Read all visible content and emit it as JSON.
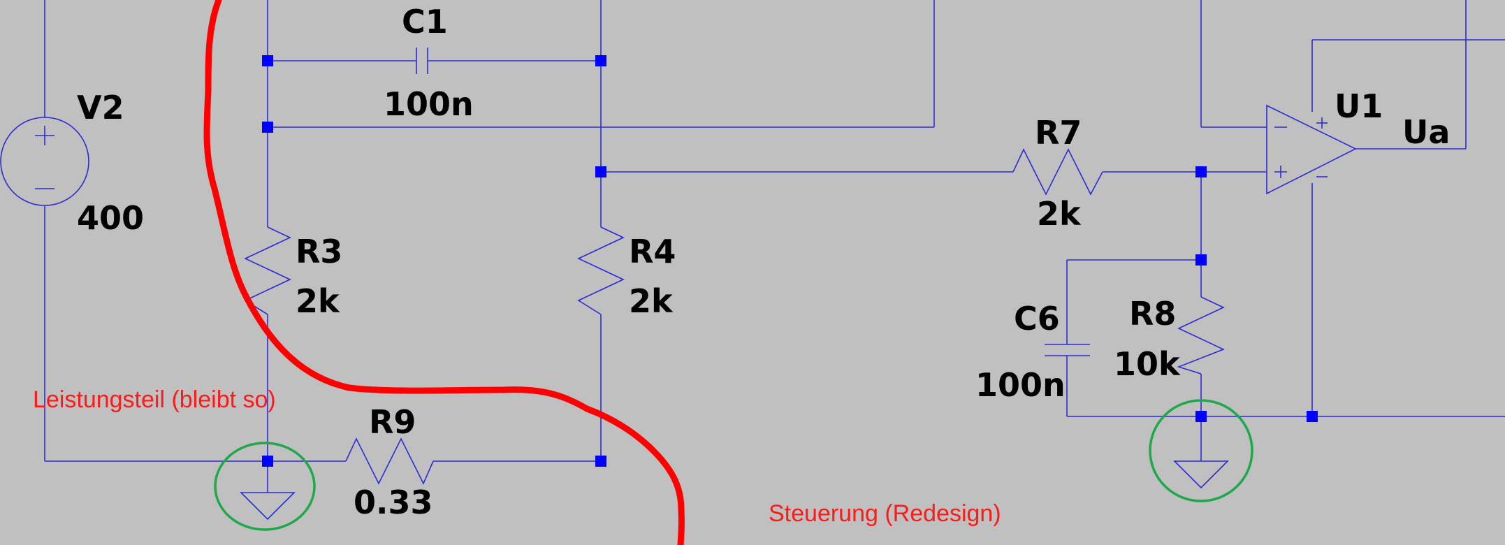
{
  "components": {
    "v2": {
      "name": "V2",
      "value": "400"
    },
    "c1": {
      "name": "C1",
      "value": "100n"
    },
    "r3": {
      "name": "R3",
      "value": "2k"
    },
    "r4": {
      "name": "R4",
      "value": "2k"
    },
    "r7": {
      "name": "R7",
      "value": "2k"
    },
    "r8": {
      "name": "R8",
      "value": "10k"
    },
    "c6": {
      "name": "C6",
      "value": "100n"
    },
    "r9": {
      "name": "R9",
      "value": "0.33"
    },
    "u1": {
      "name": "U1"
    },
    "ua": {
      "name": "Ua"
    }
  },
  "annotations": {
    "left": "Leistungsteil (bleibt so)",
    "right": "Steuerung (Redesign)"
  },
  "colors": {
    "background": "#c0c0c0",
    "wire": "#2b2bd6",
    "node": "#0000ff",
    "annotation": "#ff1a1a",
    "divider": "#ff0000",
    "ground_highlight": "#1fa84a"
  }
}
